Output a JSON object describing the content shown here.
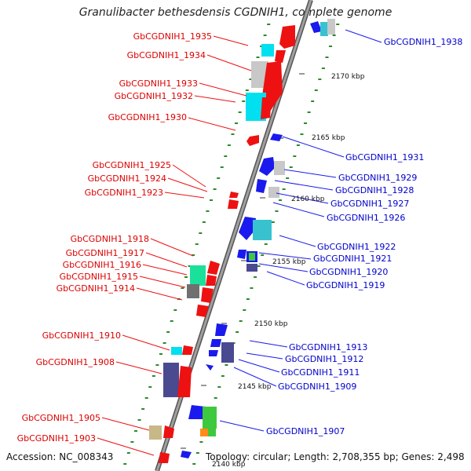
{
  "title": "Granulibacter bethesdensis CGDNIH1, complete genome",
  "accession": "Accession: NC_008343",
  "topology": "Topology: circular; Length: 2,708,355 bp; Genes: 2,498",
  "colors": {
    "left_labels": "#dd0000",
    "right_labels": "#0000cc",
    "backbone": "#8a8a8a",
    "ticks": "#2a8a2a"
  },
  "kbp_labels": [
    "2170 kbp",
    "2165 kbp",
    "2160 kbp",
    "2155 kbp",
    "2150 kbp",
    "2145 kbp",
    "2140 kbp"
  ],
  "left_genes": [
    "GbCGDNIH1_1935",
    "GbCGDNIH1_1934",
    "GbCGDNIH1_1933",
    "GbCGDNIH1_1932",
    "GbCGDNIH1_1930",
    "GbCGDNIH1_1925",
    "GbCGDNIH1_1924",
    "GbCGDNIH1_1923",
    "GbCGDNIH1_1918",
    "GbCGDNIH1_1917",
    "GbCGDNIH1_1916",
    "GbCGDNIH1_1915",
    "GbCGDNIH1_1914",
    "GbCGDNIH1_1910",
    "GbCGDNIH1_1908",
    "GbCGDNIH1_1905",
    "GbCGDNIH1_1903"
  ],
  "right_genes": [
    "GbCGDNIH1_1938",
    "GbCGDNIH1_1931",
    "GbCGDNIH1_1929",
    "GbCGDNIH1_1928",
    "GbCGDNIH1_1927",
    "GbCGDNIH1_1926",
    "GbCGDNIH1_1922",
    "GbCGDNIH1_1921",
    "GbCGDNIH1_1920",
    "GbCGDNIH1_1919",
    "GbCGDNIH1_1913",
    "GbCGDNIH1_1912",
    "GbCGDNIH1_1911",
    "GbCGDNIH1_1909",
    "GbCGDNIH1_1907"
  ]
}
